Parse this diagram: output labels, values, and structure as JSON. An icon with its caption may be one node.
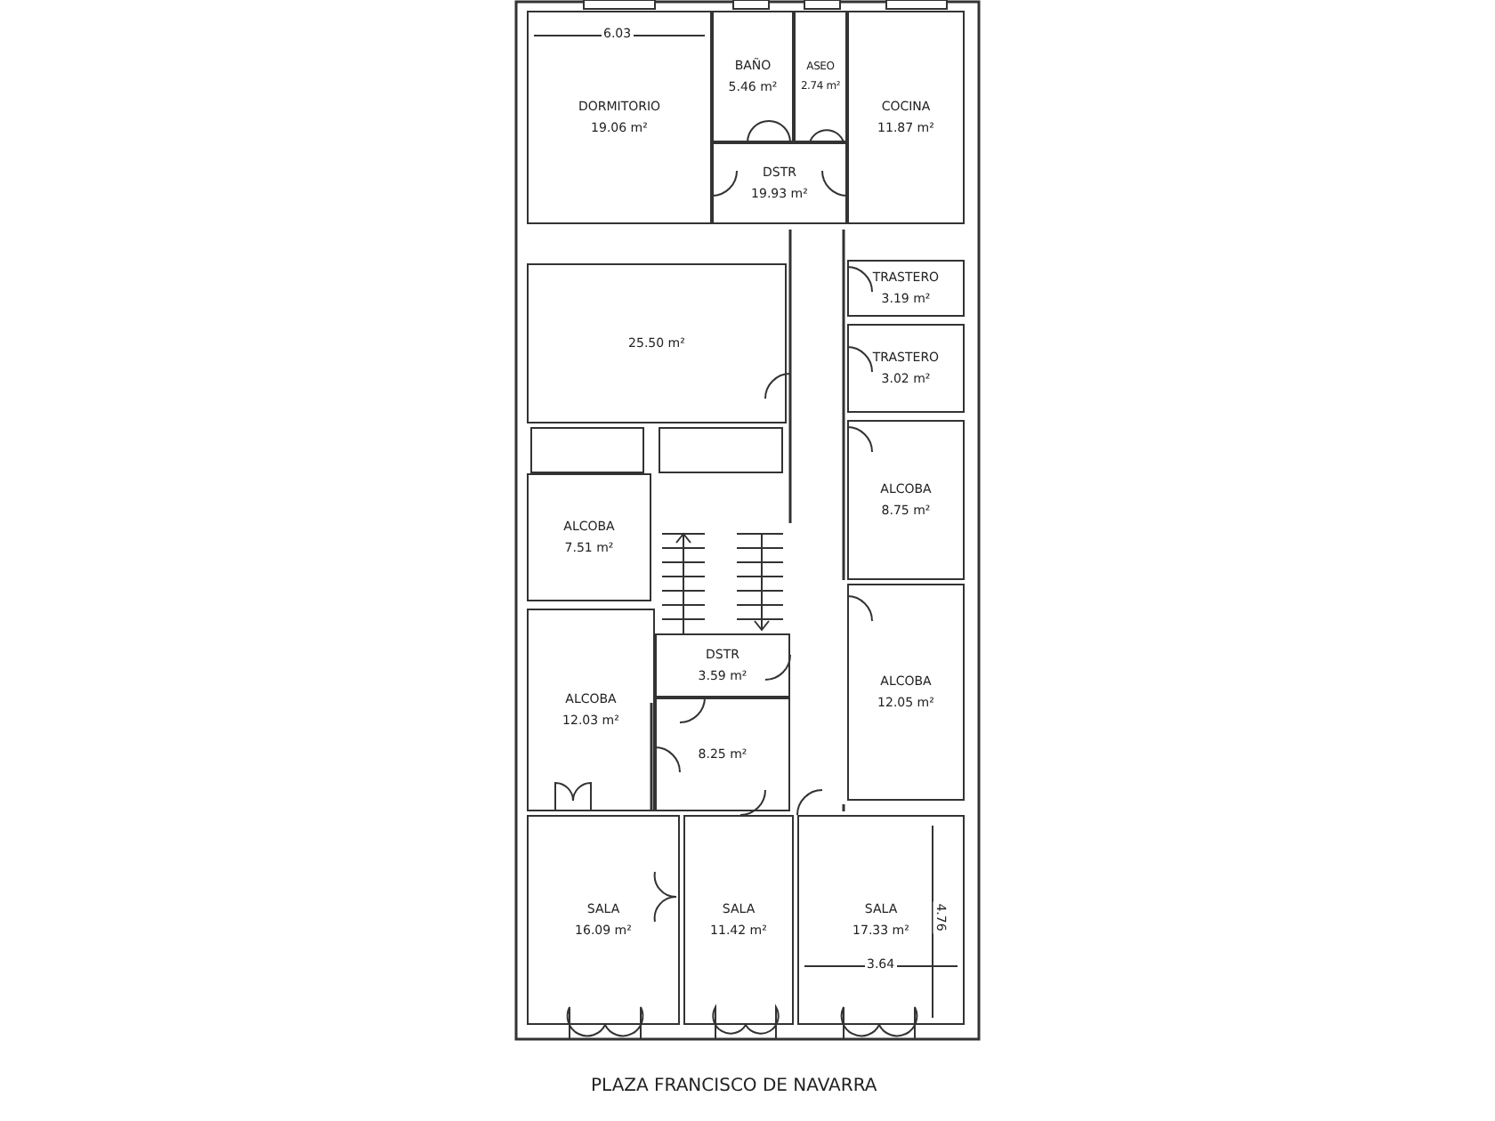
{
  "diagram": {
    "caption": "PLAZA FRANCISCO DE NAVARRA",
    "nodes": [
      {
        "text": [
          "DORMITORIO",
          "19.06 m²"
        ]
      },
      {
        "text": [
          "BAÑO",
          "5.46 m²"
        ]
      },
      {
        "text": [
          "ASEO",
          "2.74 m²"
        ]
      },
      {
        "text": [
          "COCINA",
          "11.87 m²"
        ]
      },
      {
        "text": [
          "DSTR",
          "19.93 m²"
        ]
      },
      {
        "text": [
          "TRASTERO",
          "3.19 m²"
        ]
      },
      {
        "text": [
          "25.50 m²"
        ]
      },
      {
        "text": [
          "TRASTERO",
          "3.02 m²"
        ]
      },
      {
        "text": [],
        "shape": "box"
      },
      {
        "text": [],
        "shape": "box"
      },
      {
        "text": [
          "ALCOBA",
          "8.75 m²"
        ]
      },
      {
        "text": [
          "ALCOBA",
          "7.51 m²"
        ]
      },
      {
        "text": [
          "DSTR",
          "3.59 m²"
        ]
      },
      {
        "text": [
          "ALCOBA",
          "12.03 m²"
        ]
      },
      {
        "text": [
          "ALCOBA",
          "12.05 m²"
        ]
      },
      {
        "text": [
          "8.25 m²"
        ]
      },
      {
        "text": [
          "SALA",
          "16.09 m²"
        ]
      },
      {
        "text": [
          "SALA",
          "11.42 m²"
        ]
      },
      {
        "text": [
          "SALA",
          "17.33 m²"
        ]
      }
    ],
    "labels": [
      "6.03",
      "4.76",
      "3.64"
    ]
  }
}
